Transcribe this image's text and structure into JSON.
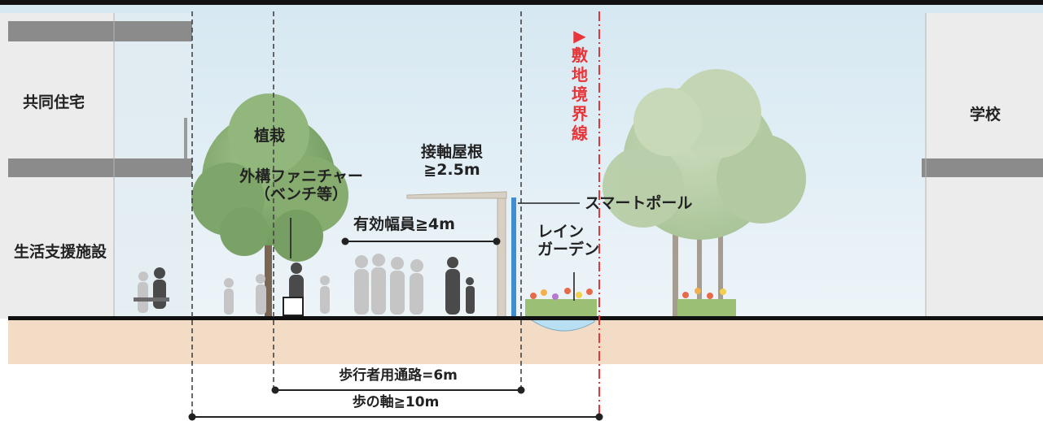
{
  "labels": {
    "housing": "共同住宅",
    "living_support": "生活支援施設",
    "school": "学校",
    "planting": "植栽",
    "furniture_line1": "外構ファニチャー",
    "furniture_line2": "（ベンチ等）",
    "roof_line1": "接軸屋根",
    "roof_line2": "≧2.5m",
    "smart_pole": "スマートポール",
    "rain_garden_line1": "レイン",
    "rain_garden_line2": "ガーデン",
    "effective_width": "有効幅員≧4m",
    "boundary": "▶敷地境界線",
    "walkway": "歩行者用通路=6m",
    "axis": "歩の軸≧10m"
  },
  "colors": {
    "sky": "#dcebf3",
    "ground": "#f3dcc6",
    "building": "#ececec",
    "slab": "#8b8b8b",
    "boundary": "#e8353a",
    "pole": "#3f8fd0",
    "roof": "#d8d0c4"
  }
}
